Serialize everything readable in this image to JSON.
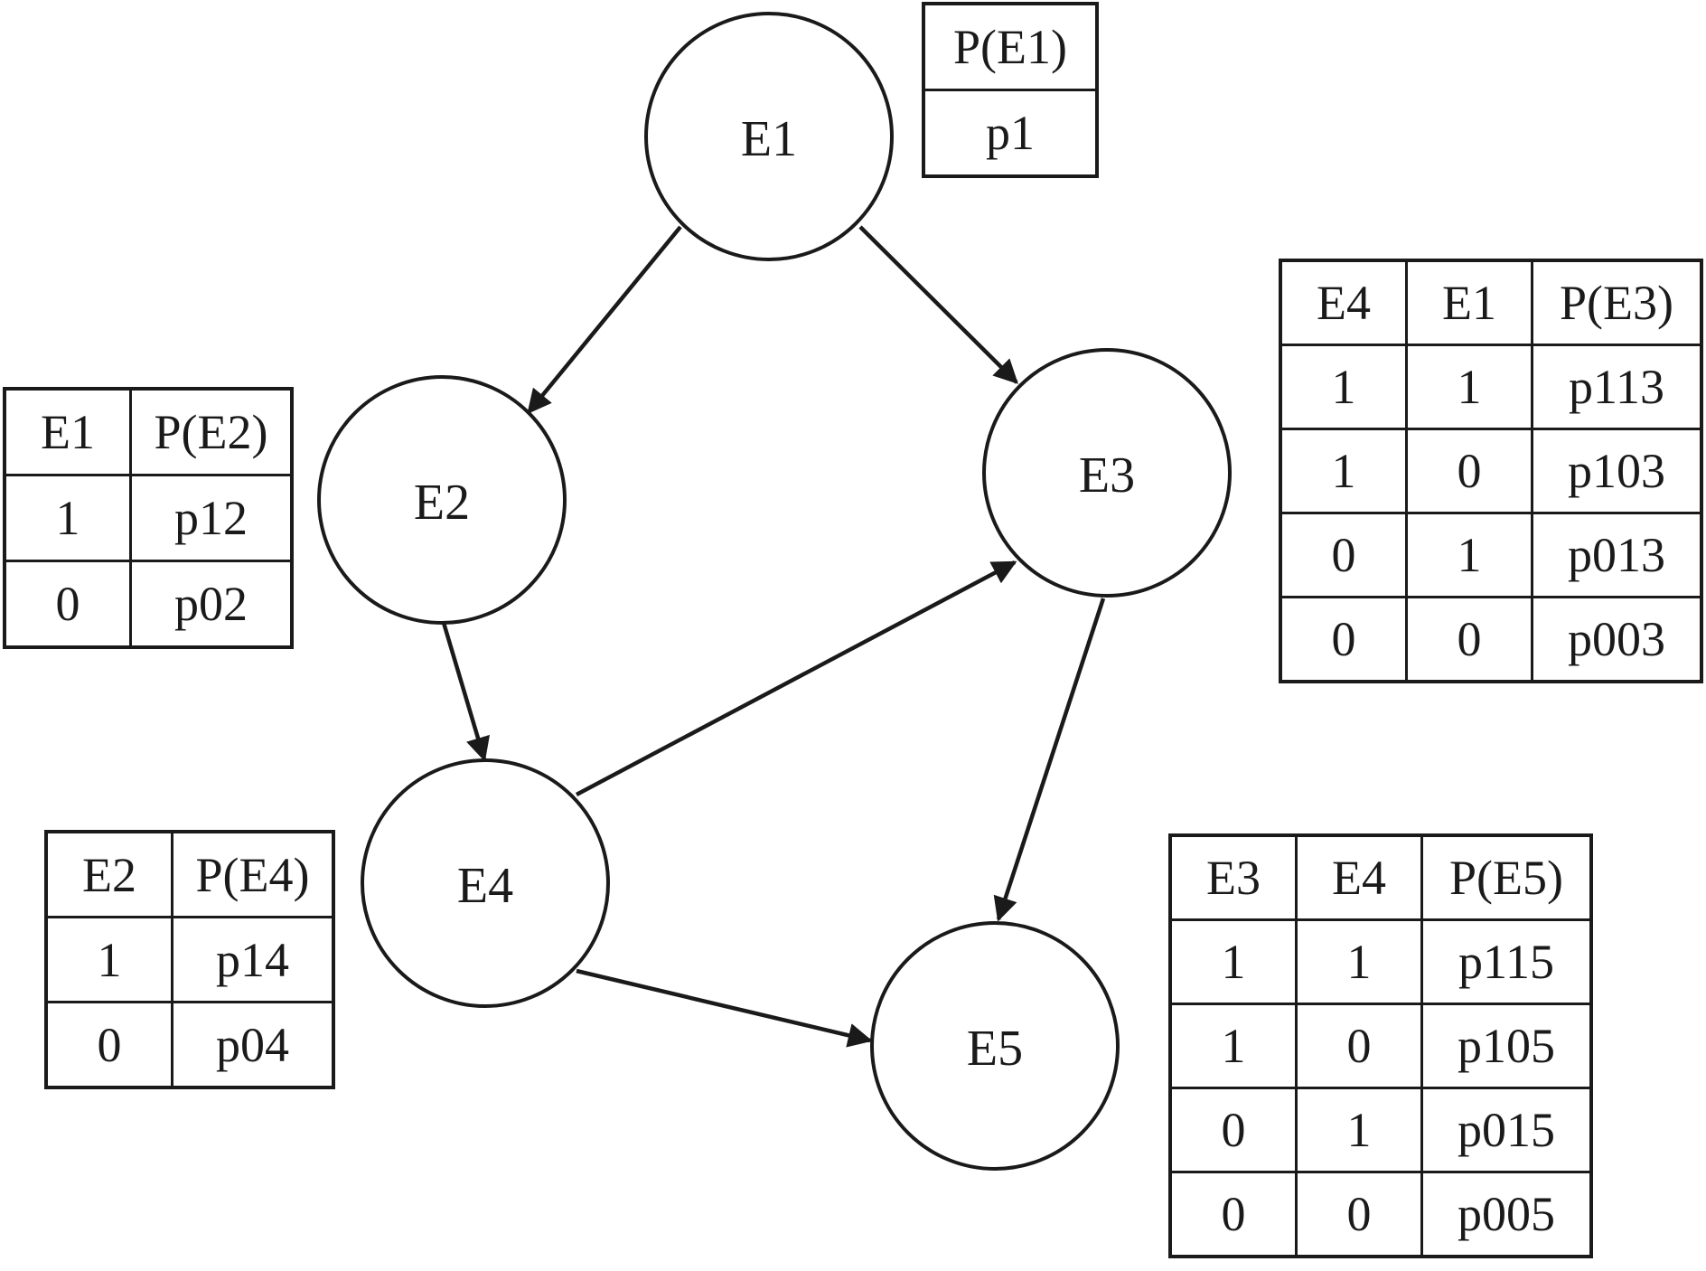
{
  "nodes": [
    {
      "id": "E1",
      "label": "E1"
    },
    {
      "id": "E2",
      "label": "E2"
    },
    {
      "id": "E3",
      "label": "E3"
    },
    {
      "id": "E4",
      "label": "E4"
    },
    {
      "id": "E5",
      "label": "E5"
    }
  ],
  "edges": [
    {
      "from": "E1",
      "to": "E2"
    },
    {
      "from": "E1",
      "to": "E3"
    },
    {
      "from": "E2",
      "to": "E4"
    },
    {
      "from": "E4",
      "to": "E3"
    },
    {
      "from": "E3",
      "to": "E5"
    },
    {
      "from": "E4",
      "to": "E5"
    }
  ],
  "cpt_e1": {
    "header": [
      "P(E1)"
    ],
    "rows": [
      [
        "p1"
      ]
    ]
  },
  "cpt_e2": {
    "header": [
      "E1",
      "P(E2)"
    ],
    "rows": [
      [
        "1",
        "p12"
      ],
      [
        "0",
        "p02"
      ]
    ]
  },
  "cpt_e3": {
    "header": [
      "E4",
      "E1",
      "P(E3)"
    ],
    "rows": [
      [
        "1",
        "1",
        "p113"
      ],
      [
        "1",
        "0",
        "p103"
      ],
      [
        "0",
        "1",
        "p013"
      ],
      [
        "0",
        "0",
        "p003"
      ]
    ]
  },
  "cpt_e4": {
    "header": [
      "E2",
      "P(E4)"
    ],
    "rows": [
      [
        "1",
        "p14"
      ],
      [
        "0",
        "p04"
      ]
    ]
  },
  "cpt_e5": {
    "header": [
      "E3",
      "E4",
      "P(E5)"
    ],
    "rows": [
      [
        "1",
        "1",
        "p115"
      ],
      [
        "1",
        "0",
        "p105"
      ],
      [
        "0",
        "1",
        "p015"
      ],
      [
        "0",
        "0",
        "p005"
      ]
    ]
  }
}
